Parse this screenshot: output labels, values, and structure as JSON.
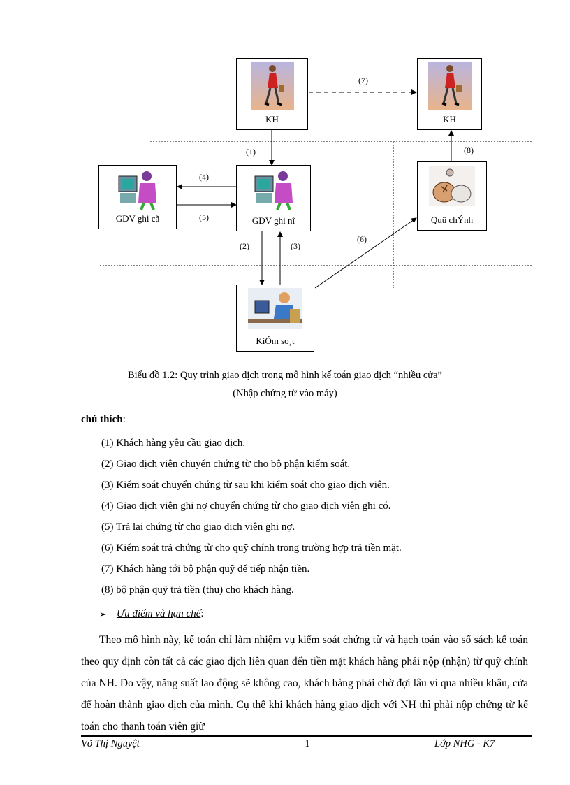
{
  "diagram": {
    "nodes": {
      "kh_left": "KH",
      "kh_right": "KH",
      "gdv_co": "GDV ghi cã",
      "gdv_no": "GDV ghi nî",
      "quy": "Quü chÝnh",
      "kiemsoat": "KiÓm so¸t"
    },
    "arrow_labels": {
      "a1": "(1)",
      "a2": "(2)",
      "a3": "(3)",
      "a4": "(4)",
      "a5": "(5)",
      "a6": "(6)",
      "a7": "(7)",
      "a8": "(8)"
    },
    "caption_line1": "Biểu đồ 1.2: Quy trình giao dịch trong mô hình kế toán giao dịch “nhiều  cửa”",
    "caption_line2": "(Nhập  chứng từ vào máy)"
  },
  "notes": {
    "heading": "chú thích",
    "colon": ":",
    "items": [
      "(1) Khách hàng yêu cầu giao dịch.",
      "(2) Giao dịch viên chuyển  chứng từ cho bộ phận  kiểm soát.",
      "(3) Kiểm soát chuyển  chứng từ sau khi kiểm soát cho giao  dịch viên.",
      "(4) Giao dịch viên ghi nợ chuyển  chứng từ cho giao dịch viên  ghi có.",
      "(5) Trả  lại chứng từ cho giao dịch viên ghi nợ.",
      "(6) Kiểm soát trả chứng từ cho quỹ  chính trong trường hợp trả tiền mặt.",
      "(7) Khách hàng tới bộ phận  quỹ để tiếp nhận tiền.",
      "(8) bộ phận  quỹ trả tiền (thu) cho khách hàng."
    ]
  },
  "section": {
    "bullet": "➢",
    "title": "Ưu điểm và hạn chế",
    "colon": ":"
  },
  "paragraph": "Theo mô hình này, kế toán chỉ làm nhiệm vụ kiểm soát chứng từ và hạch toán vào sổ sách kế toán theo quy định còn tất cả các giao dịch liên quan đến tiền mặt khách hàng phải nộp (nhận) từ quỹ chính của NH. Do vậy, năng suất lao động sẽ không cao, khách hàng phải chờ đợi lâu vì qua nhiều khâu, cửa để hoàn thành giao dịch của mình. Cụ thể khi khách hàng giao dịch với NH thì phải nộp chứng từ kế toán cho thanh toán viên giữ",
  "footer": {
    "author": "Võ Thị Nguyệt",
    "page": "1",
    "class": "Lớp NHG - K7"
  },
  "colors": {
    "text": "#000000",
    "background": "#ffffff"
  }
}
